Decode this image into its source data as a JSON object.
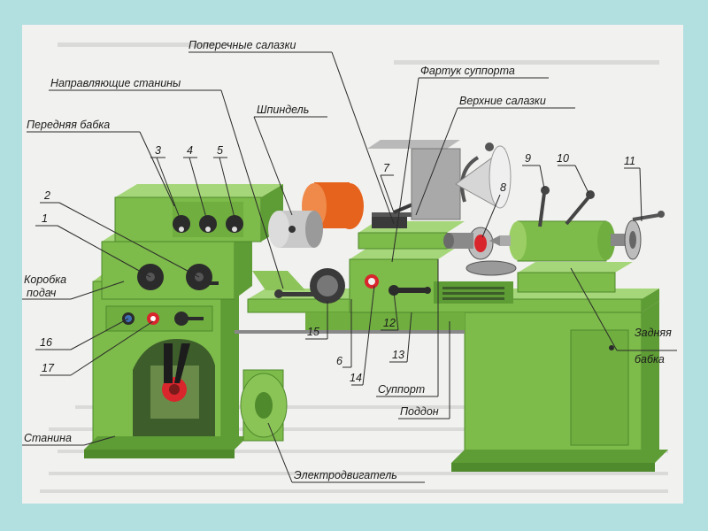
{
  "labels": {
    "poperechnye_salazki": "Поперечные салазки",
    "fartuk_supporta": "Фартук суппорта",
    "napravlyayushchie": "Направляющие станины",
    "verkhnie_salazki": "Верхние салазки",
    "shpindel": "Шпиндель",
    "perednyaya_babka": "Передняя бабка",
    "korobka": "Коробка",
    "podach": "подач",
    "zadnyaya": "Задняя",
    "babka": "бабка",
    "support": "Суппорт",
    "poddon": "Поддон",
    "stanina": "Станина",
    "elektrodvigatel": "Электродвигатель"
  },
  "numbers": {
    "n1": "1",
    "n2": "2",
    "n3": "3",
    "n4": "4",
    "n5": "5",
    "n6": "6",
    "n7": "7",
    "n8": "8",
    "n9": "9",
    "n10": "10",
    "n11": "11",
    "n12": "12",
    "n13": "13",
    "n14": "14",
    "n15": "15",
    "n16": "16",
    "n17": "17"
  },
  "colors": {
    "page_background": "#b2dfe0",
    "slide_background": "#f1f1ef",
    "machine_green": "#7dbb4a",
    "machine_dark_green": "#4f8a2c",
    "chuck_orange": "#e5631d",
    "knob_red": "#d8262c"
  }
}
